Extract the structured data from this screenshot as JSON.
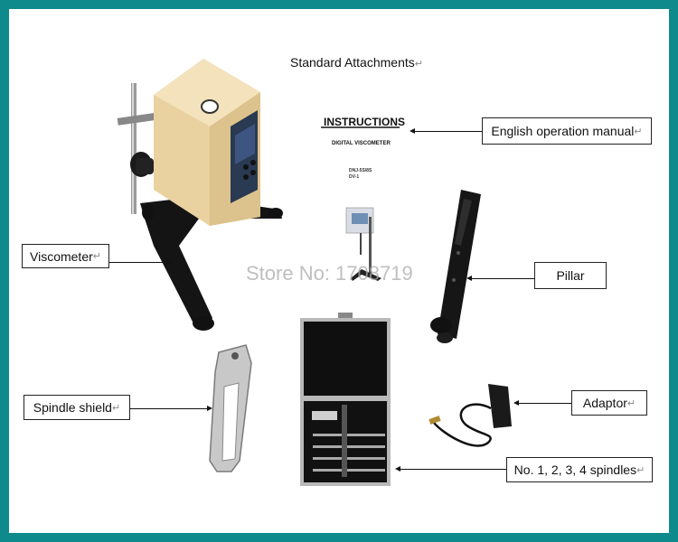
{
  "title": "Standard Attachments",
  "para_mark": "↵",
  "watermark": "Store No: 1708719",
  "manual": {
    "heading": "INSTRUCTIONS",
    "subtitle": "DIGITAL VISCOMETER",
    "model_line1": "DNJ-5S/8S",
    "model_line2": "DV-1"
  },
  "labels": {
    "manual": "English operation manual",
    "viscometer": "Viscometer",
    "pillar": "Pillar",
    "spindle_shield": "Spindle shield",
    "adaptor": "Adaptor",
    "spindles": "No. 1, 2, 3, 4 spindles"
  },
  "colors": {
    "border": "#0e8a8c",
    "viscometer_body": "#f0dcae",
    "stand": "#111111"
  }
}
